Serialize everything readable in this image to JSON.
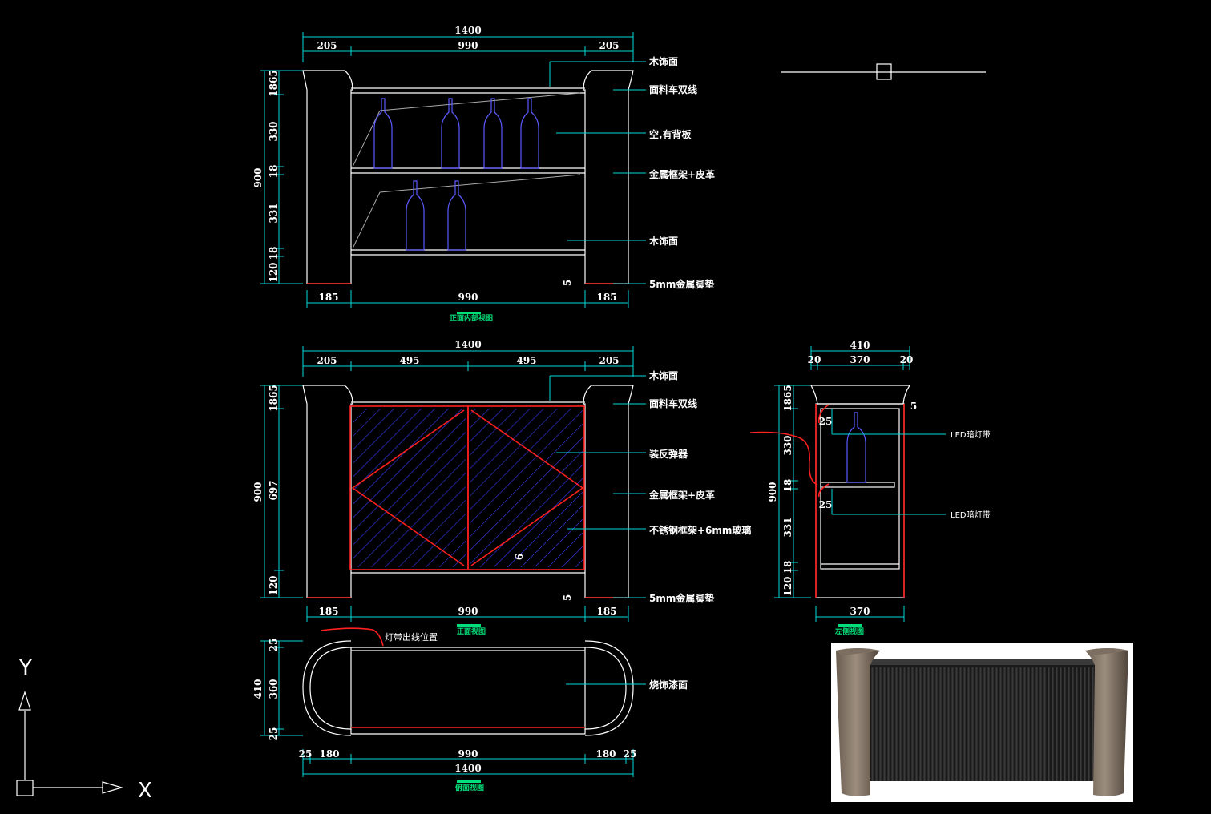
{
  "front_inner": {
    "overall": "1400",
    "top_segments": [
      "205",
      "990",
      "205"
    ],
    "bottom_segments": [
      "185",
      "990",
      "185"
    ],
    "left_heights": [
      "1865",
      "330",
      "18",
      "331",
      "18",
      "120"
    ],
    "total_height": "900",
    "caption": "正面内部视图",
    "small_dim": "5",
    "notes": [
      "木饰面",
      "面料车双线",
      "空,有背板",
      "金属框架+皮革",
      "木饰面",
      "5mm金属脚垫"
    ]
  },
  "front": {
    "overall": "1400",
    "top_segments": [
      "205",
      "495",
      "495",
      "205"
    ],
    "bottom_segments": [
      "185",
      "990",
      "185"
    ],
    "left_heights": [
      "1865",
      "697",
      "120"
    ],
    "total_height": "900",
    "caption": "正面视图",
    "small_dim_door": "6",
    "small_dim": "5",
    "notes": [
      "木饰面",
      "面料车双线",
      "装反弹器",
      "金属框架+皮革",
      "不锈钢框架+6mm玻璃",
      "5mm金属脚垫"
    ]
  },
  "side": {
    "overall": "410",
    "top_segments": [
      "20",
      "370",
      "20"
    ],
    "bottom": "370",
    "left_heights": [
      "1865",
      "330",
      "18",
      "331",
      "18",
      "120"
    ],
    "total_height": "900",
    "small_dim": "5",
    "led_offsets": [
      "25",
      "25"
    ],
    "caption": "左侧视图",
    "notes": [
      "LED暗灯带",
      "LED暗灯带"
    ]
  },
  "plan": {
    "overall": "1400",
    "segments": [
      "25",
      "180",
      "990",
      "180",
      "25"
    ],
    "left_heights": [
      "25",
      "410",
      "360",
      "25"
    ],
    "caption": "俯面视图",
    "light_note": "灯带出线位置",
    "notes": [
      "烧饰漆面"
    ]
  },
  "ucs": {
    "y": "Y",
    "x": "X"
  }
}
